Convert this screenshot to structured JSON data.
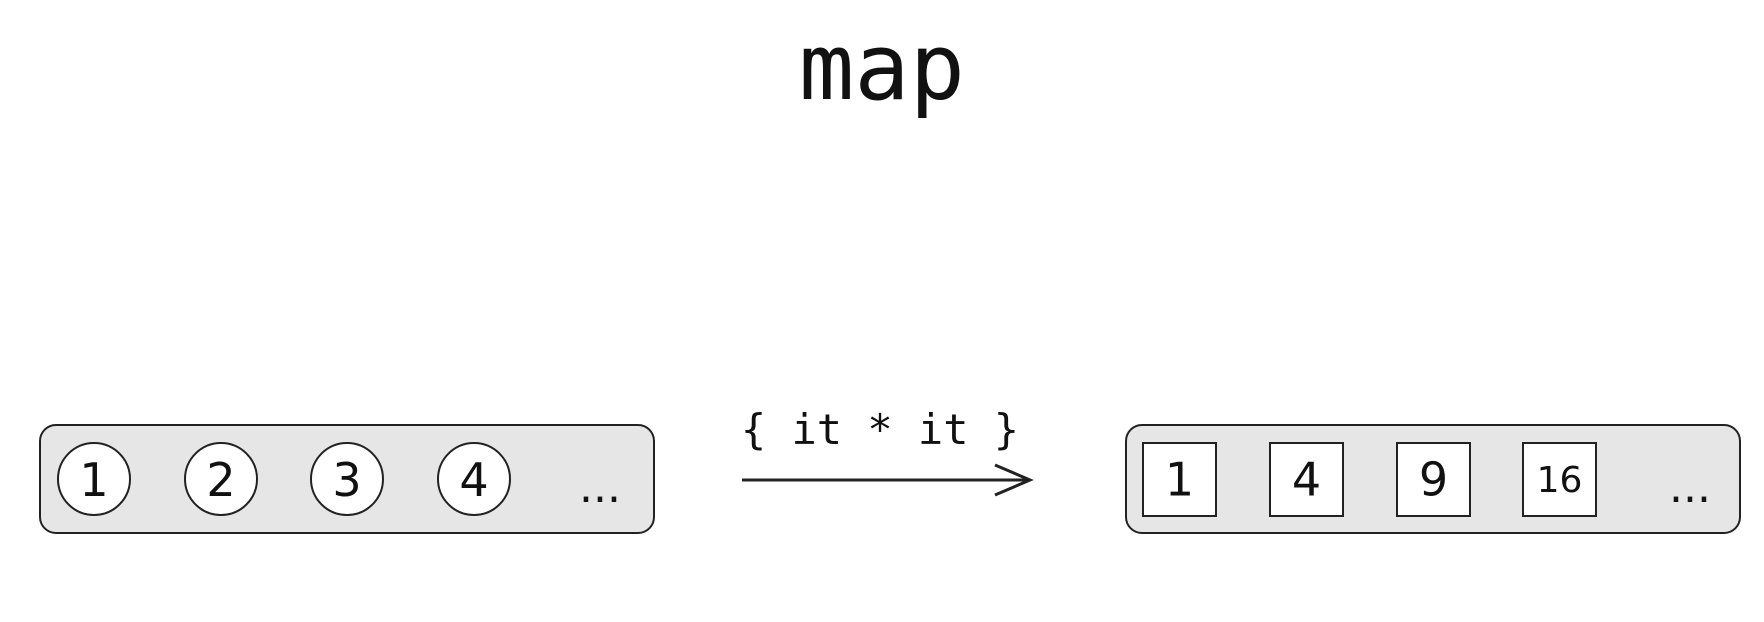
{
  "title": "map",
  "lambda": "{ it * it }",
  "input_collection": {
    "items": [
      "1",
      "2",
      "3",
      "4"
    ],
    "ellipsis": "..."
  },
  "output_collection": {
    "items": [
      "1",
      "4",
      "9",
      "16"
    ],
    "ellipsis": "..."
  },
  "colors": {
    "container_fill": "#e6e6e6",
    "stroke": "#222222",
    "element_fill": "#ffffff"
  }
}
